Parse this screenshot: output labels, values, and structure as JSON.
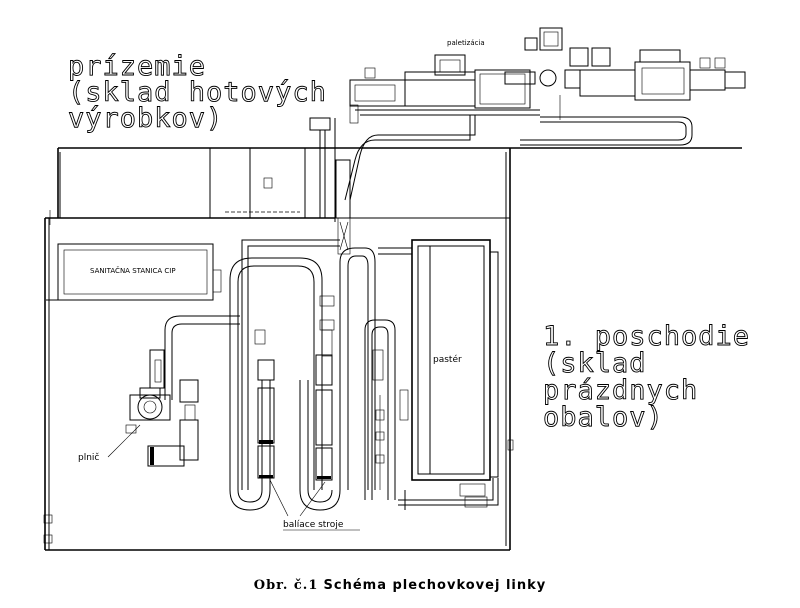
{
  "labels": {
    "ground_floor": [
      "prízemie",
      "(sklad hotových",
      "výrobkov)"
    ],
    "first_floor": [
      "1. poschodie",
      "(sklad",
      "prázdnych",
      "obalov)"
    ],
    "palletizing": "paletizácia",
    "cip_station": "SANITAČNA STANICA CIP",
    "pasteurizer": "pastér",
    "filler": "plnič",
    "packing_machines": "balíace stroje"
  },
  "caption": {
    "prefix": "Obr. č.1",
    "title": "Schéma plechovkovej linky"
  }
}
